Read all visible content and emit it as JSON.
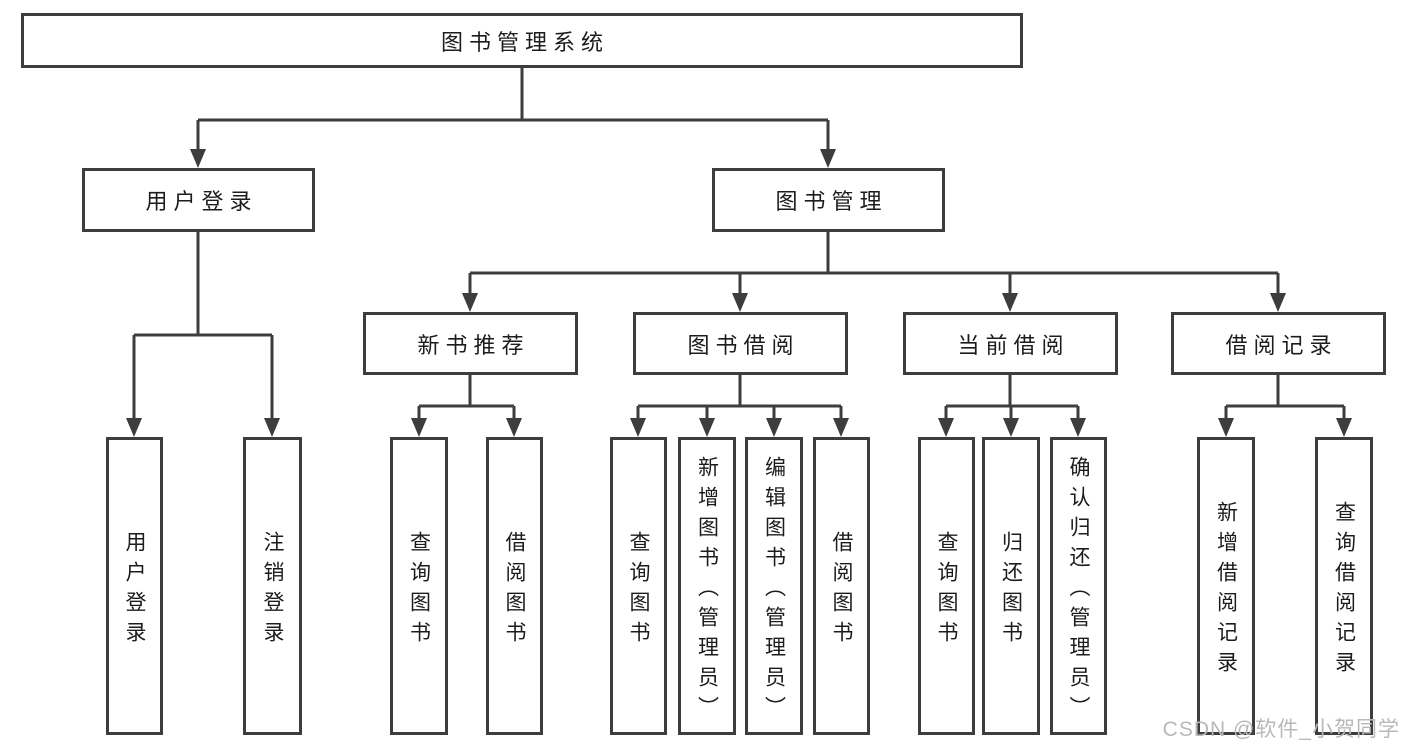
{
  "diagram": {
    "root": {
      "label": "图书管理系统"
    },
    "level2": [
      {
        "label": "用户登录"
      },
      {
        "label": "图书管理"
      }
    ],
    "level3": [
      {
        "label": "新书推荐"
      },
      {
        "label": "图书借阅"
      },
      {
        "label": "当前借阅"
      },
      {
        "label": "借阅记录"
      }
    ],
    "leaves": [
      {
        "label": "用户登录",
        "parent": "用户登录"
      },
      {
        "label": "注销登录",
        "parent": "用户登录"
      },
      {
        "label": "查询图书",
        "parent": "新书推荐"
      },
      {
        "label": "借阅图书",
        "parent": "新书推荐"
      },
      {
        "label": "查询图书",
        "parent": "图书借阅"
      },
      {
        "label": "新增图书（管理员）",
        "parent": "图书借阅"
      },
      {
        "label": "编辑图书（管理员）",
        "parent": "图书借阅"
      },
      {
        "label": "借阅图书",
        "parent": "图书借阅"
      },
      {
        "label": "查询图书",
        "parent": "当前借阅"
      },
      {
        "label": "归还图书",
        "parent": "当前借阅"
      },
      {
        "label": "确认归还（管理员）",
        "parent": "当前借阅"
      },
      {
        "label": "新增借阅记录",
        "parent": "借阅记录"
      },
      {
        "label": "查询借阅记录",
        "parent": "借阅记录"
      }
    ],
    "watermark": "CSDN @软件_小贺同学",
    "colors": {
      "line": "#3d3d3d",
      "text": "#1c1c1c",
      "watermark": "#b9b9b9",
      "background": "#ffffff"
    }
  }
}
